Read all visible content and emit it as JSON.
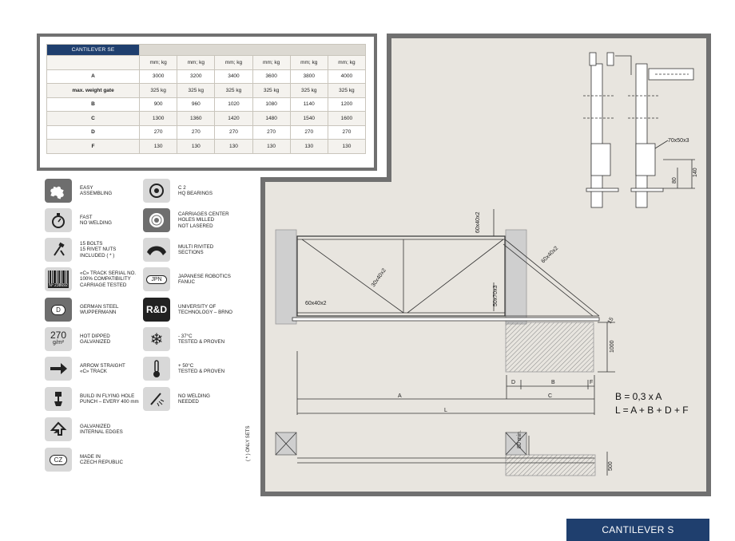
{
  "table": {
    "title": "CANTILEVER SE",
    "unit": "mm; kg",
    "columns": 6,
    "rows": [
      {
        "label": "A",
        "values": [
          "3000",
          "3200",
          "3400",
          "3600",
          "3800",
          "4000"
        ]
      },
      {
        "label": "max. weight gate",
        "values": [
          "325 kg",
          "325 kg",
          "325 kg",
          "325 kg",
          "325 kg",
          "325 kg"
        ]
      },
      {
        "label": "B",
        "values": [
          "900",
          "960",
          "1020",
          "1080",
          "1140",
          "1200"
        ]
      },
      {
        "label": "C",
        "values": [
          "1300",
          "1360",
          "1420",
          "1480",
          "1540",
          "1600"
        ]
      },
      {
        "label": "D",
        "values": [
          "270",
          "270",
          "270",
          "270",
          "270",
          "270"
        ]
      },
      {
        "label": "F",
        "values": [
          "130",
          "130",
          "130",
          "130",
          "130",
          "130"
        ]
      }
    ]
  },
  "features_left": [
    {
      "icon": "puzzle-icon",
      "text": "EASY\nASSEMBLING"
    },
    {
      "icon": "stopwatch-icon",
      "text": "FAST\nNO WELDING"
    },
    {
      "icon": "bolt-nut-icon",
      "text": "15 BOLTS\n15 RIVET NUTS\nINCLUDED ( * )"
    },
    {
      "icon": "barcode-icon",
      "text": "«C» TRACK SERIAL NO.\n100% COMPATIBILITY\nCARRIAGE TESTED",
      "badge": "Nº 238692"
    },
    {
      "icon": "d-badge-icon",
      "text": "GERMAN STEEL\nWUPPERMANN",
      "badge": "D"
    },
    {
      "icon": "galvanized-icon",
      "text": "HOT DIPPED\nGALVANIZED",
      "badge": "270",
      "sub": "g/m²"
    },
    {
      "icon": "arrow-right-icon",
      "text": "ARROW STRAIGHT\n«C» TRACK"
    },
    {
      "icon": "punch-icon",
      "text": "BUILD IN FLYING HOLE\nPUNCH – EVERY 400 mm"
    },
    {
      "icon": "edge-arrow-icon",
      "text": "GALVANIZED\nINTERNAL EDGES"
    },
    {
      "icon": "cz-badge-icon",
      "text": "MADE IN\nCZECH REPUBLIC",
      "badge": "CZ"
    }
  ],
  "features_right": [
    {
      "icon": "bearing-icon",
      "text": "C 2\nHQ BEARINGS"
    },
    {
      "icon": "disc-icon",
      "text": "CARRIAGES CENTER\nHOLES MILLED\nNOT LASERED"
    },
    {
      "icon": "rivet-icon",
      "text": "MULTI RIVITED\nSECTIONS"
    },
    {
      "icon": "jpn-badge-icon",
      "text": "JAPANESE ROBOTICS\nFANUC",
      "badge": "JPN"
    },
    {
      "icon": "rd-badge-icon",
      "text": "UNIVERSITY OF\nTECHNOLOGY – BRNO",
      "badge": "R&D"
    },
    {
      "icon": "snowflake-icon",
      "text": "- 37°C\nTESTED & PROVEN"
    },
    {
      "icon": "thermometer-icon",
      "text": "+ 50°C\nTESTED & PROVEN"
    },
    {
      "icon": "no-welding-icon",
      "text": "NO WELDING\nNEEDED"
    }
  ],
  "drawing": {
    "profile_top": "60x40x2",
    "profile_diag1": "30x40x2",
    "profile_diag2": "60x40x2",
    "profile_bottom_left": "60x40x2",
    "profile_track": "50x70x3",
    "profile_side": "70x50x3",
    "dim_140": "140",
    "dim_80": "80",
    "dim_1000": "1000",
    "dim_500": "500",
    "dim_80min": "80 min.",
    "dim_15": "15",
    "label_A": "A",
    "label_B": "B",
    "label_C": "C",
    "label_D": "D",
    "label_F": "F",
    "label_L": "L",
    "formula1": "B = 0,3 x A",
    "formula2": "L = A + B + D + F"
  },
  "footnote": "( * ) ONLY SETS",
  "banner": "CANTILEVER S"
}
